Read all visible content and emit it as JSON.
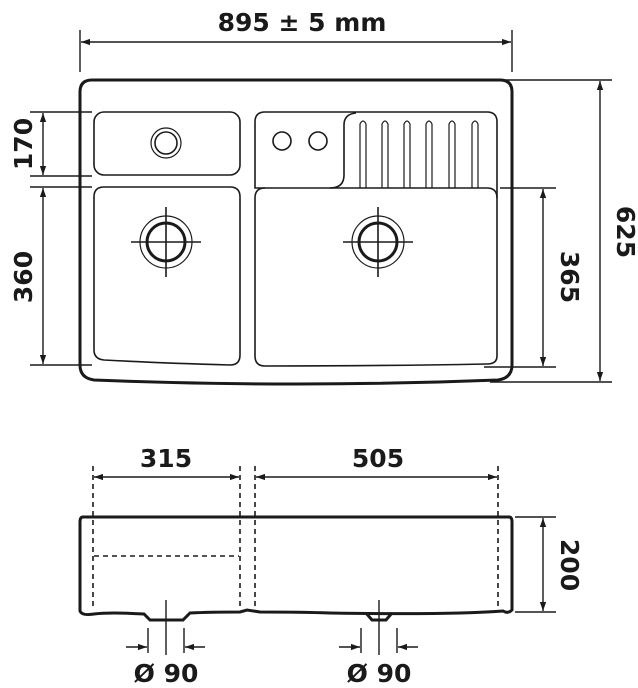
{
  "top_view": {
    "width_label": "895 ± 5 mm",
    "depth_label": "625",
    "left_upper_label": "170",
    "left_basin_label": "360",
    "right_basin_label": "365"
  },
  "side_view": {
    "left_width_label": "315",
    "right_width_label": "505",
    "height_label": "200",
    "left_drain_label": "Ø 90",
    "right_drain_label": "Ø 90"
  },
  "colors": {
    "line": "#1a1a1a",
    "background": "#ffffff"
  }
}
